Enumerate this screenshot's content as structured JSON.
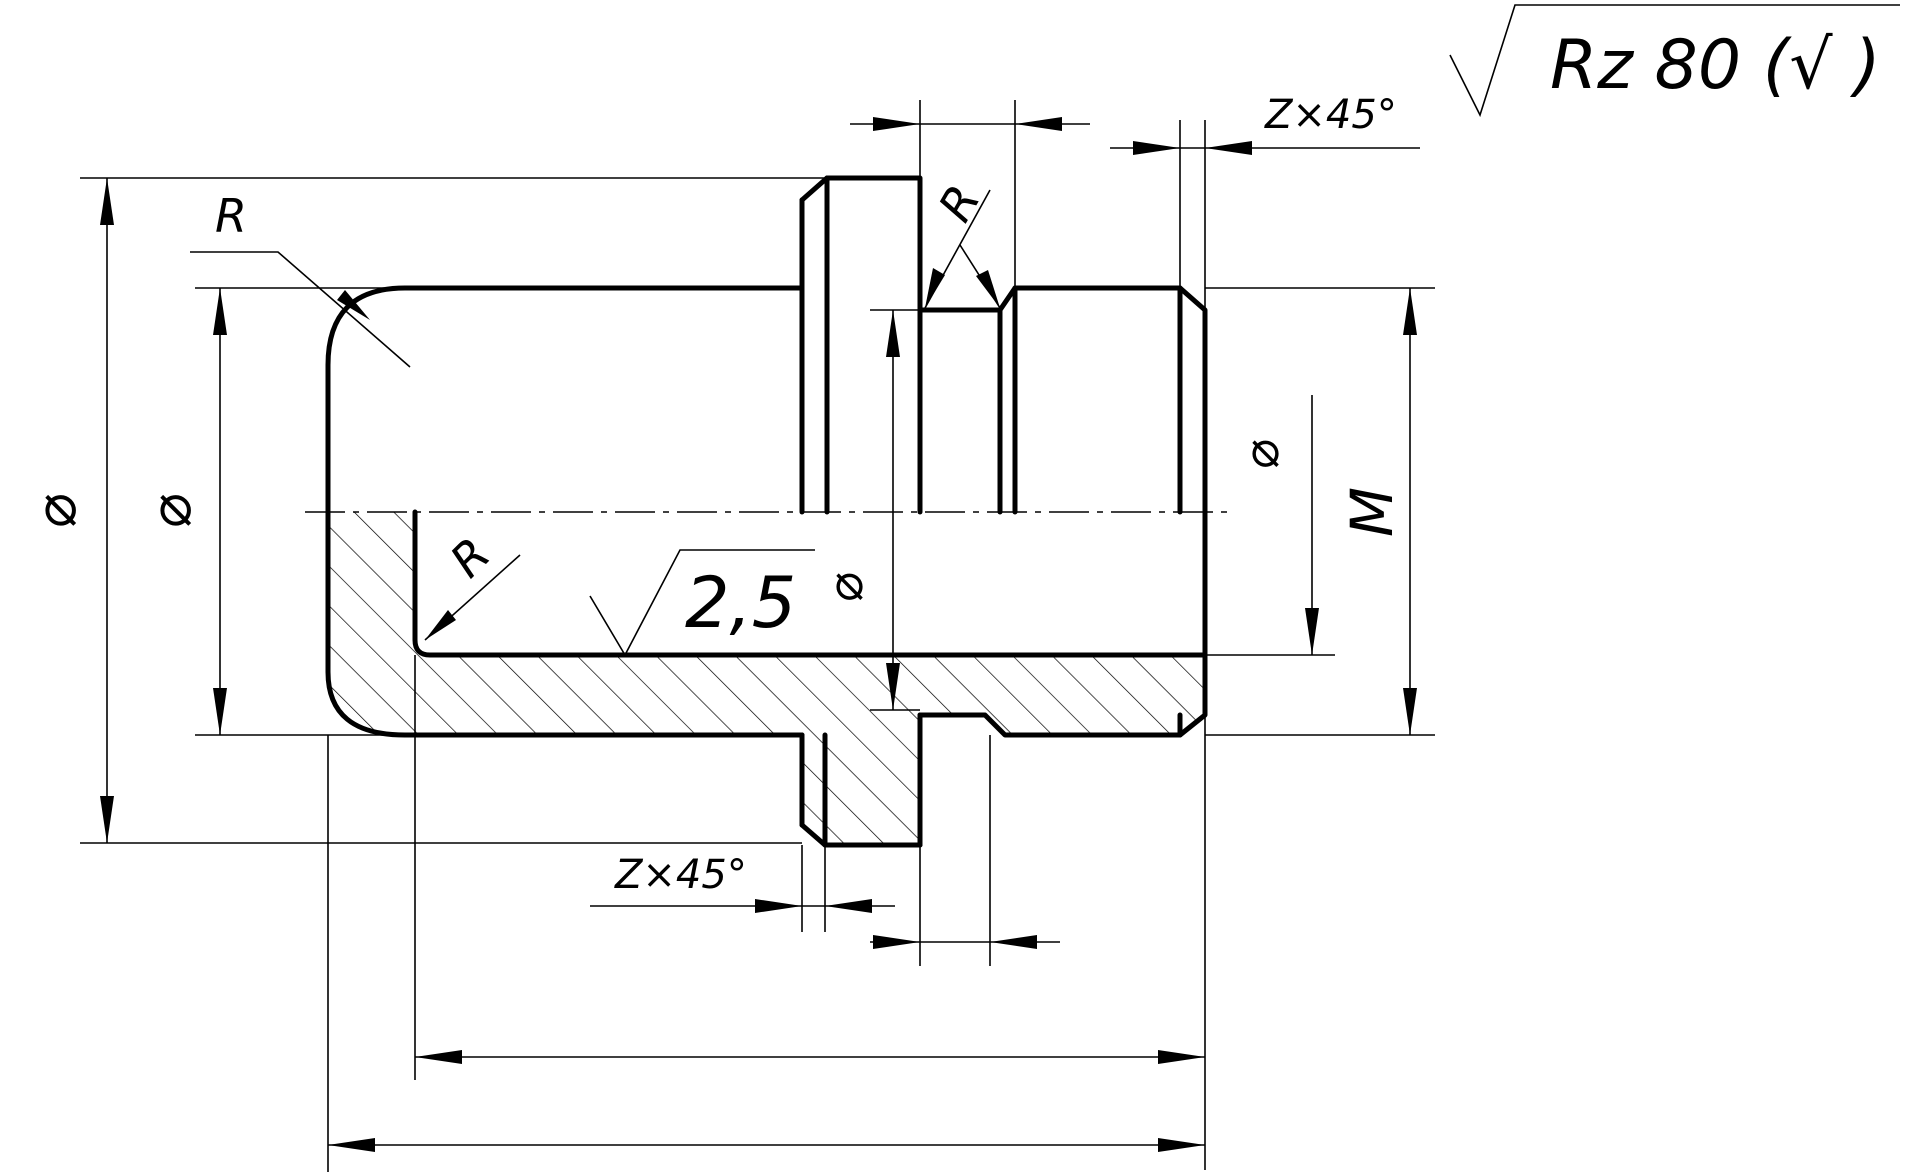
{
  "labels": {
    "diameter": "⌀",
    "radius": "R",
    "thread": "M",
    "chamfer": "Z×45°",
    "roughness_local": "2,5",
    "roughness_general": "Rz 80 (√ )"
  }
}
